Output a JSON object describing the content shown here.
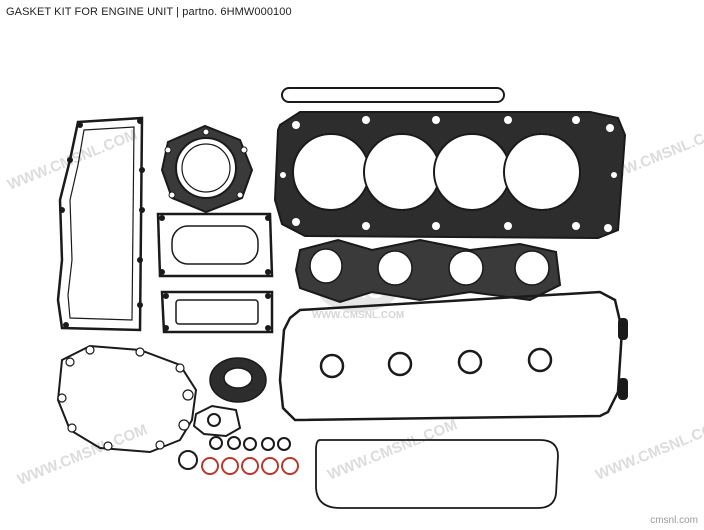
{
  "header": {
    "title": "GASKET KIT FOR ENGINE UNIT | partno. 6HMW000100"
  },
  "footer": {
    "site": "cmsnl.com"
  },
  "watermark": {
    "text": "WWW.CMSNL.COM",
    "logo": "CMS"
  },
  "colors": {
    "gasket_outline": "#1a1a1a",
    "gasket_fill": "#3a3a3a",
    "o_ring_red": "#b83a2f",
    "watermark": "#d9d9d9"
  }
}
